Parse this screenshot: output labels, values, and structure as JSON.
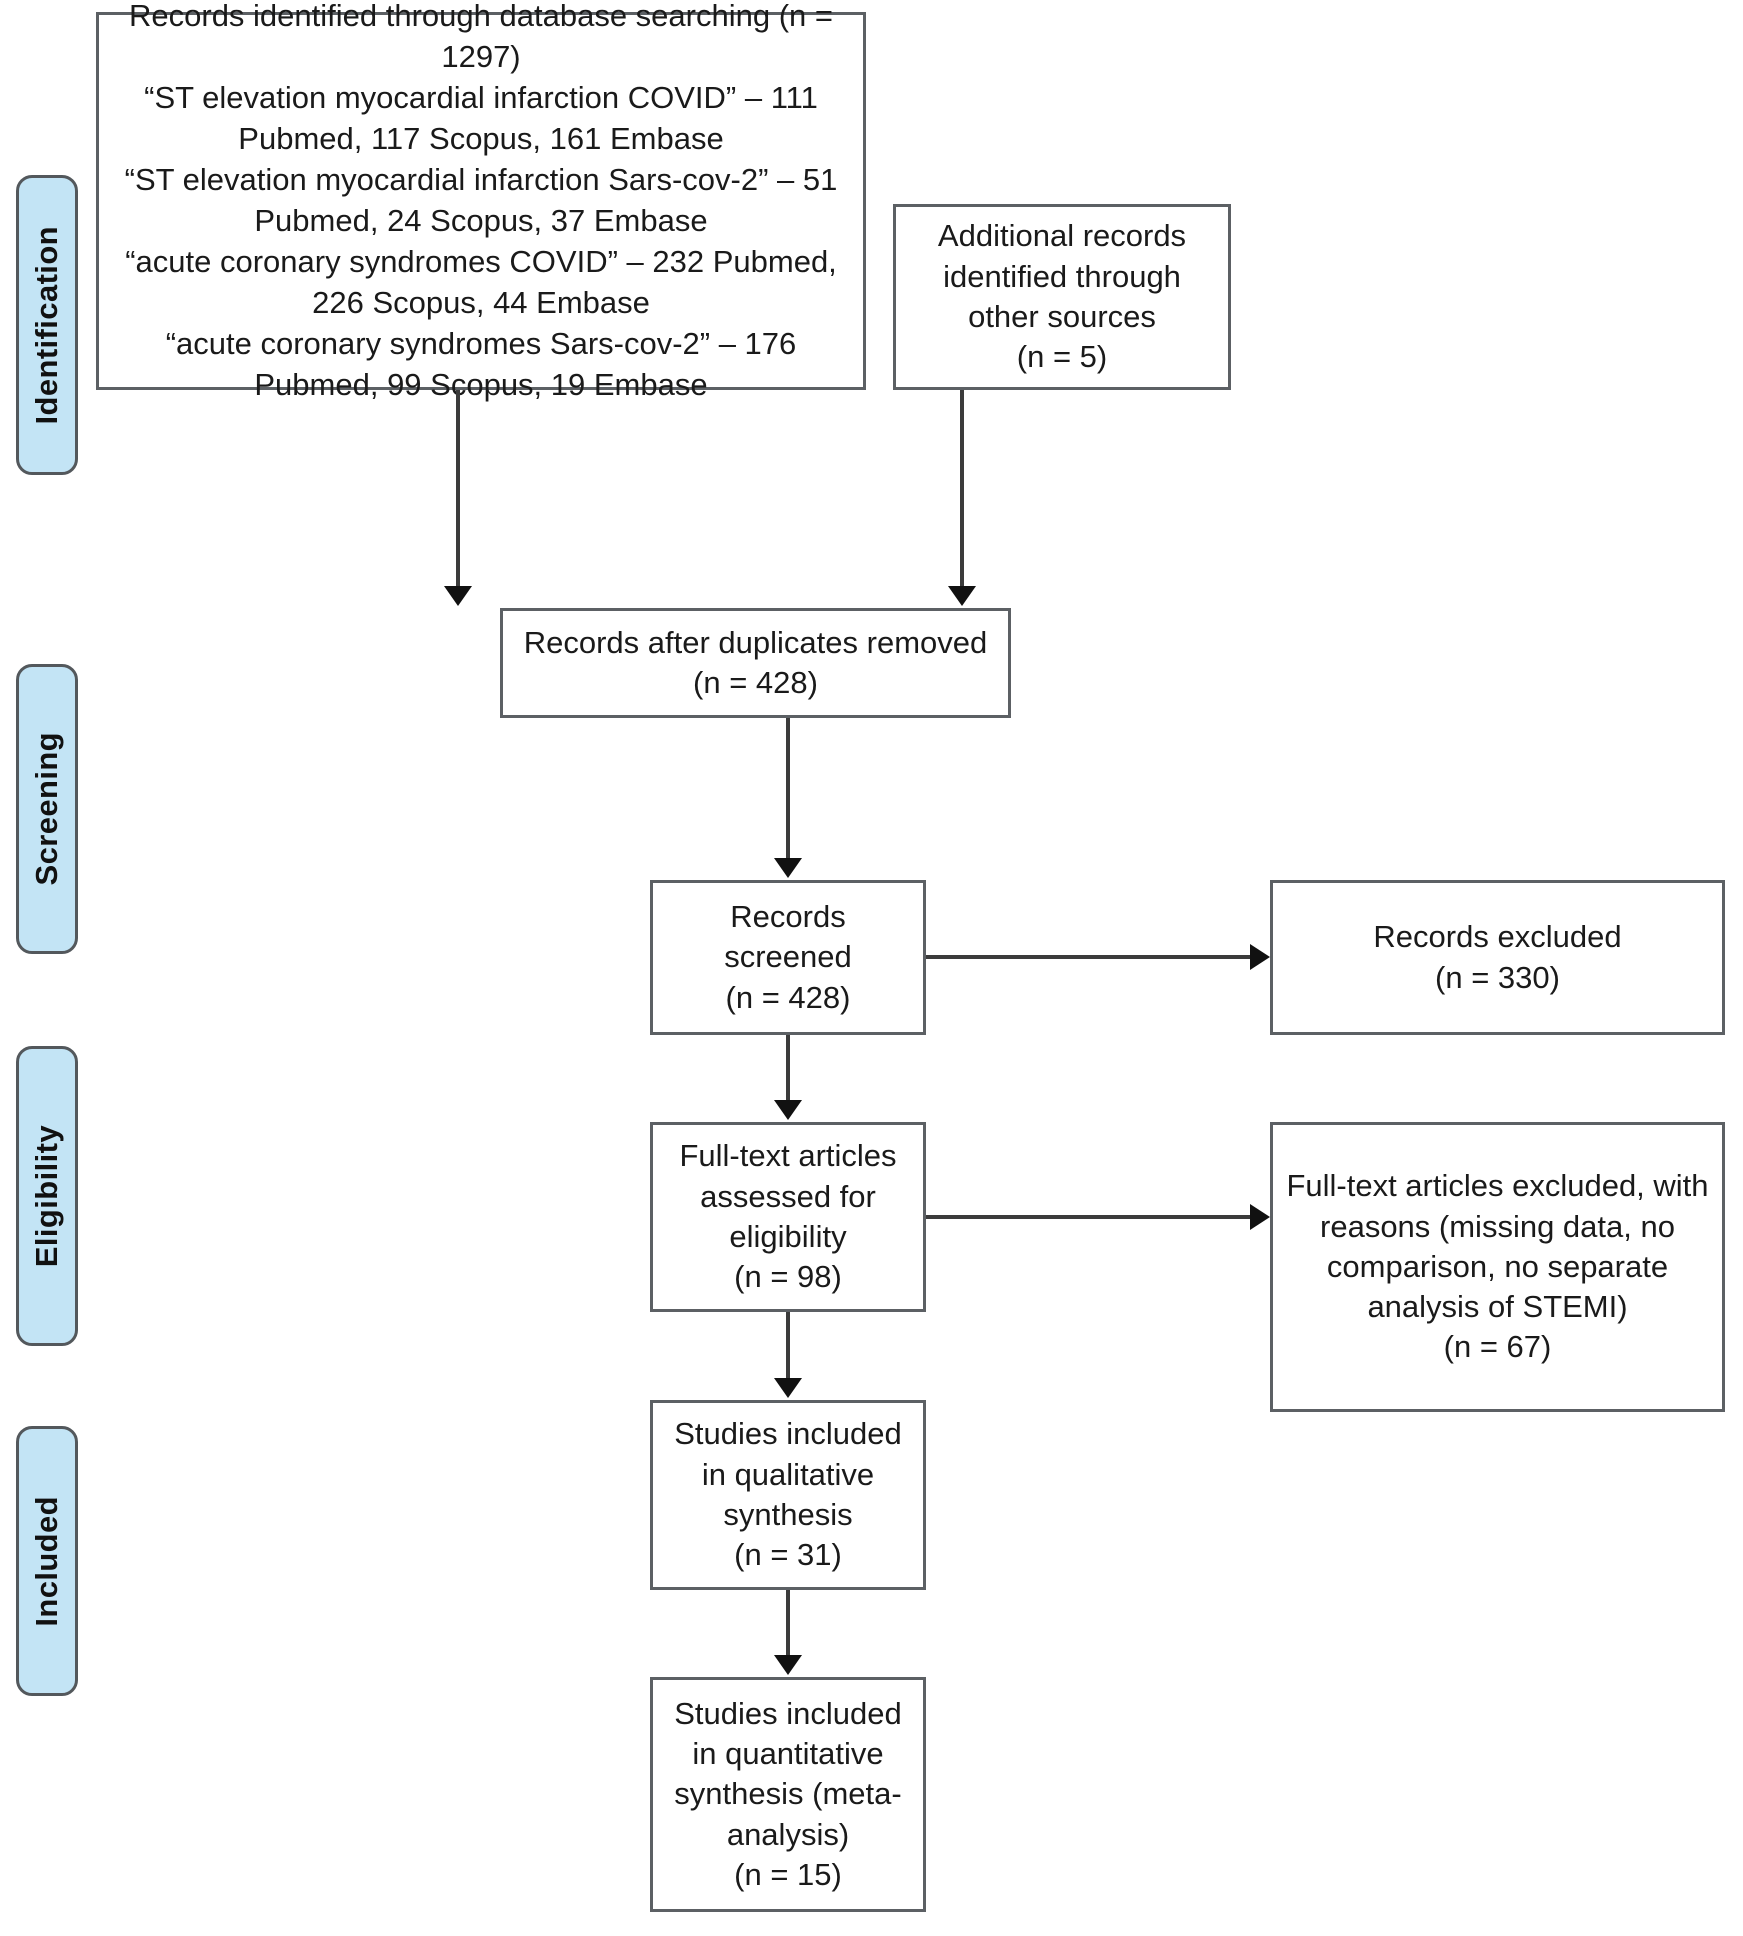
{
  "diagram": {
    "title": "PRISMA flow diagram",
    "accent_color": "#c3e4f5",
    "border_color": "#5c6064",
    "line_color": "#3b3b3b"
  },
  "stages": [
    {
      "id": "identification",
      "label": "Identification"
    },
    {
      "id": "screening",
      "label": "Screening"
    },
    {
      "id": "eligibility",
      "label": "Eligibility"
    },
    {
      "id": "included",
      "label": "Included"
    }
  ],
  "boxes": {
    "database_search": {
      "text": "Records identified through database searching (n = 1297)\n“ST elevation myocardial infarction COVID” – 111 Pubmed, 117 Scopus, 161 Embase\n“ST elevation myocardial infarction Sars-cov-2” – 51 Pubmed, 24 Scopus, 37 Embase\n“acute coronary syndromes COVID” – 232 Pubmed, 226 Scopus, 44 Embase\n“acute coronary syndromes Sars-cov-2” – 176 Pubmed, 99 Scopus, 19 Embase"
    },
    "other_sources": {
      "text": "Additional records identified through other sources\n(n = 5)"
    },
    "duplicates_removed": {
      "text": "Records after duplicates removed\n(n =  428)"
    },
    "records_screened": {
      "text": "Records screened\n(n =  428)"
    },
    "records_excluded": {
      "text": "Records excluded\n(n =  330)"
    },
    "fulltext_assessed": {
      "text": "Full-text articles assessed for eligibility\n(n =  98)"
    },
    "fulltext_excluded": {
      "text": "Full-text articles excluded, with reasons (missing data, no comparison, no separate analysis of STEMI)\n(n =  67)"
    },
    "qualitative_synthesis": {
      "text": "Studies included in qualitative synthesis\n(n =  31)"
    },
    "quantitative_synthesis": {
      "text": "Studies included in quantitative synthesis (meta-analysis)\n(n =  15)"
    }
  },
  "chart_data": {
    "type": "diagram",
    "flow": "PRISMA",
    "counts": {
      "records_identified_database": 1297,
      "additional_records_other_sources": 5,
      "records_after_duplicates_removed": 428,
      "records_screened": 428,
      "records_excluded": 330,
      "fulltext_assessed": 98,
      "fulltext_excluded": 67,
      "qualitative_synthesis": 31,
      "quantitative_synthesis": 15
    },
    "search_terms": [
      {
        "query": "ST elevation myocardial infarction COVID",
        "pubmed": 111,
        "scopus": 117,
        "embase": 161
      },
      {
        "query": "ST elevation myocardial infarction Sars-cov-2",
        "pubmed": 51,
        "scopus": 24,
        "embase": 37
      },
      {
        "query": "acute coronary syndromes COVID",
        "pubmed": 232,
        "scopus": 226,
        "embase": 44
      },
      {
        "query": "acute coronary syndromes Sars-cov-2",
        "pubmed": 176,
        "scopus": 99,
        "embase": 19
      }
    ]
  }
}
